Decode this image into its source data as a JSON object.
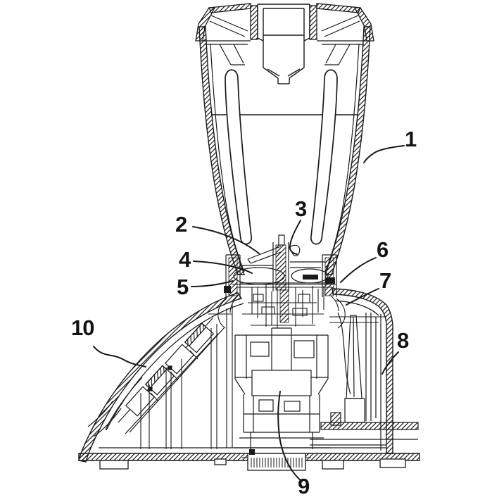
{
  "figure": {
    "background": "#ffffff",
    "ink": "#1a1a1a",
    "labels": [
      {
        "id": "1",
        "text": "1"
      },
      {
        "id": "2",
        "text": "2"
      },
      {
        "id": "3",
        "text": "3"
      },
      {
        "id": "4",
        "text": "4"
      },
      {
        "id": "5",
        "text": "5"
      },
      {
        "id": "6",
        "text": "6"
      },
      {
        "id": "7",
        "text": "7"
      },
      {
        "id": "8",
        "text": "8"
      },
      {
        "id": "9",
        "text": "9"
      },
      {
        "id": "10",
        "text": "10"
      }
    ]
  }
}
